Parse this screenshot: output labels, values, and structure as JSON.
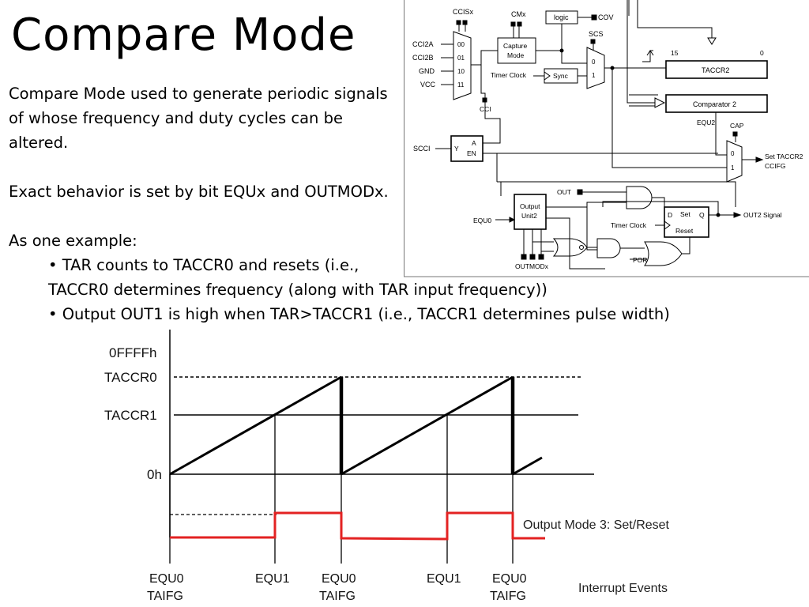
{
  "slide": {
    "title": "Compare Mode",
    "paragraph_1": "Compare Mode used to generate periodic signals of whose frequency and duty cycles can be altered.",
    "paragraph_2": "Exact behavior is set by bit EQUx and OUTMODx.",
    "paragraph_3": "As one example:",
    "bullet_1_line_1": "• TAR counts to TACCR0 and resets (i.e.,",
    "bullet_1_line_2": "TACCR0 determines frequency (along with TAR input frequency))",
    "bullet_2": "• Output OUT1 is high when TAR>TACCR1 (i.e., TACCR1 determines pulse width)"
  },
  "block_diagram": {
    "ccisx": "CCISx",
    "cmx": "CMx",
    "logic": "logic",
    "cov": "COV",
    "scs": "SCS",
    "inputs": [
      "CCI2A",
      "CCI2B",
      "GND",
      "VCC"
    ],
    "mux_codes": [
      "00",
      "01",
      "10",
      "11"
    ],
    "capture_mode_1": "Capture",
    "capture_mode_2": "Mode",
    "timer_clock": "Timer Clock",
    "sync": "Sync",
    "mux2_0": "0",
    "mux2_1": "1",
    "cci": "CCI",
    "scci": "SCCI",
    "latch_y": "Y",
    "latch_a": "A",
    "latch_en": "EN",
    "bit15": "15",
    "bit0": "0",
    "taccr2": "TACCR2",
    "comparator": "Comparator 2",
    "equ2": "EQU2",
    "cap": "CAP",
    "mux3_0": "0",
    "mux3_1": "1",
    "set_taccr2": "Set TACCR2",
    "ccifg": "CCIFG",
    "out": "OUT",
    "output_unit_1": "Output",
    "output_unit_2": "Unit2",
    "equ0": "EQU0",
    "d": "D",
    "set": "Set",
    "q": "Q",
    "reset": "Reset",
    "timer_clock_2": "Timer Clock",
    "out2_signal": "OUT2 Signal",
    "por": "POR",
    "outmodx": "OUTMODx"
  },
  "timing": {
    "levels": [
      "0FFFFh",
      "TACCR0",
      "TACCR1",
      "0h"
    ],
    "output_mode": "Output Mode 3: Set/Reset",
    "events": [
      {
        "line1": "EQU0",
        "line2": "TAIFG"
      },
      {
        "line1": "EQU1",
        "line2": ""
      },
      {
        "line1": "EQU0",
        "line2": "TAIFG"
      },
      {
        "line1": "EQU1",
        "line2": ""
      },
      {
        "line1": "EQU0",
        "line2": "TAIFG"
      }
    ],
    "interrupt_events": "Interrupt Events",
    "colors": {
      "counter": "#000000",
      "output": "#e32222"
    }
  }
}
